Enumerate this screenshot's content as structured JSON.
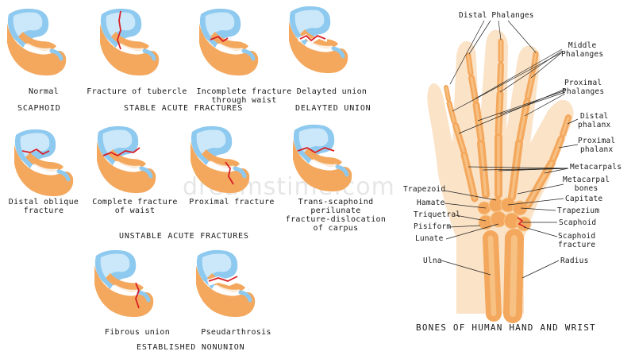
{
  "watermarks": [
    "dreamstime.com"
  ],
  "scaphoid_figures": [
    {
      "id": "normal",
      "label": "Normal",
      "fracture": "none"
    },
    {
      "id": "tubercle",
      "label": "Fracture of tubercle",
      "fracture": "tubercle"
    },
    {
      "id": "incomplete-waist",
      "label": "Incomplete fracture\nthrough waist",
      "fracture": "incomplete"
    },
    {
      "id": "delayed-union",
      "label": "Delayted union",
      "fracture": "delayed"
    },
    {
      "id": "distal-oblique",
      "label": "Distal oblique\nfracture",
      "fracture": "distal"
    },
    {
      "id": "complete-waist",
      "label": "Complete fracture\nof waist",
      "fracture": "complete"
    },
    {
      "id": "proximal",
      "label": "Proximal fracture",
      "fracture": "proximal"
    },
    {
      "id": "trans-scaphoid",
      "label": "Trans-scaphoind\nperilunate\nfracture-dislocation\nof carpus",
      "fracture": "trans"
    },
    {
      "id": "fibrous-union",
      "label": "Fibrous union",
      "fracture": "fibrous"
    },
    {
      "id": "pseudarthrosis",
      "label": "Pseudarthrosis",
      "fracture": "pseudo"
    }
  ],
  "sections": {
    "scaphoid": "SCAPHOID",
    "stable": "STABLE ACUTE FRACTURES",
    "delayed": "DELAYTED UNION",
    "unstable": "UNSTABLE ACUTE FRACTURES",
    "nonunion": "ESTABLISHED NONUNION"
  },
  "hand": {
    "title": "BONES OF HUMAN HAND AND WRIST",
    "labels": {
      "distal_phalanges": "Distal Phalanges",
      "middle_phalanges": "Middle\nPhalanges",
      "proximal_phalanges": "Proximal\nPhalanges",
      "distal_phalanx": "Distal\nphalanx",
      "proximal_phalanx": "Proximal\nphalanx",
      "metacarpals": "Metacarpals",
      "metacarpal_bones": "Metacarpal\nbones",
      "capitate": "Capitate",
      "trapezium": "Trapezium",
      "scaphoid": "Scaphoid",
      "scaphoid_fracture": "Scaphoid\nfracture",
      "radius": "Radius",
      "trapezoid": "Trapezoid",
      "hamate": "Hamate",
      "triquetral": "Triquetral",
      "pisiform": "Pisiform",
      "lunate": "Lunate",
      "ulna": "Ulna"
    }
  },
  "colors": {
    "bone": "#f3a85e",
    "bone_light": "#f8c88e",
    "cartilage": "#8ec9ef",
    "cartilage_light": "#cbe8fa",
    "fracture": "#d81f26",
    "skin": "#fbe3c7",
    "leader": "#222222"
  }
}
